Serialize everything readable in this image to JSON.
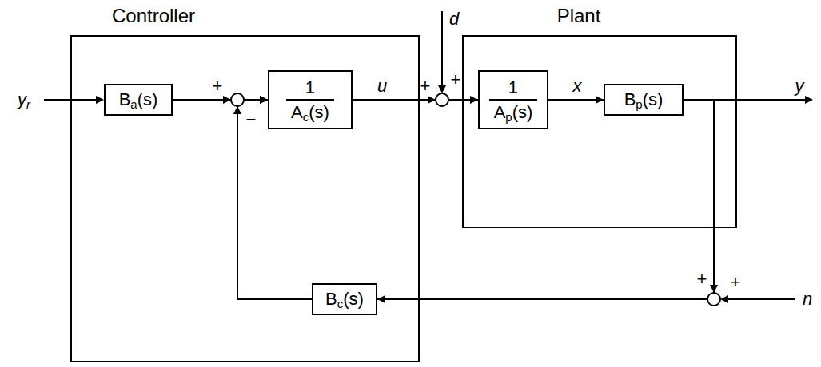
{
  "diagram": {
    "nodes": [
      {
        "text": [
          "Controller"
        ]
      },
      {
        "text": [
          "Bā(s)"
        ],
        "in": 0
      },
      {
        "text": [
          "1 Ac(s)"
        ],
        "in": 0
      },
      {
        "text": [
          "Bc(s)"
        ],
        "in": 0
      },
      {
        "text": [
          "Plant"
        ]
      },
      {
        "text": [
          "1 Ap(s)"
        ],
        "in": 4
      },
      {
        "text": [
          "Bp(s)"
        ],
        "in": 4
      }
    ],
    "edges": [
      {
        "from": 1,
        "to": 2,
        "arrow": "to"
      },
      {
        "from": 2,
        "to": 5,
        "arrow": "to"
      },
      {
        "from": 5,
        "to": 6,
        "arrow": "to"
      },
      {
        "from": 6,
        "to": 3,
        "arrow": "to"
      },
      {
        "from": 3,
        "to": 2,
        "arrow": "to"
      }
    ],
    "labels": [
      "yr",
      "+",
      "−",
      "u",
      "+",
      "+",
      "d",
      "x",
      "y",
      "+",
      "+",
      "n"
    ]
  }
}
